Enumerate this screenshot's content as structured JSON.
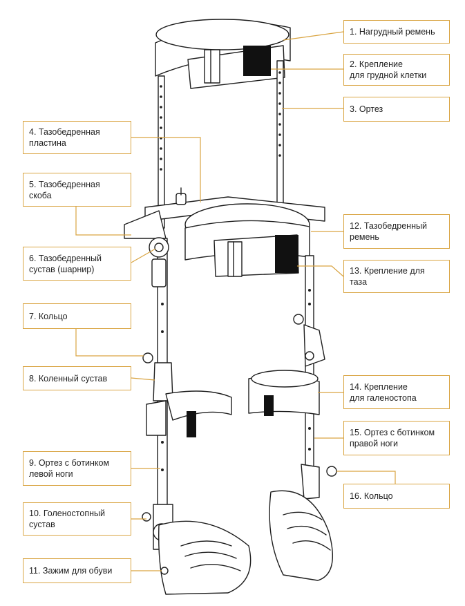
{
  "colors": {
    "leader": "#d9a441",
    "outline": "#1e1e1e",
    "dark": "#111111"
  },
  "labels": [
    {
      "id": "chest-strap",
      "text": "1. Нагрудный ремень"
    },
    {
      "id": "chest-attachment",
      "text": "2. Крепление\nдля грудной клетки"
    },
    {
      "id": "orthosis",
      "text": "3. Ортез"
    },
    {
      "id": "hip-plate",
      "text": "4. Тазобедренная\nпластина"
    },
    {
      "id": "hip-bracket",
      "text": "5. Тазобедренная\nскоба"
    },
    {
      "id": "hip-joint",
      "text": "6. Тазобедренный\nсустав (шарнир)"
    },
    {
      "id": "ring-left",
      "text": "7. Кольцо"
    },
    {
      "id": "knee-joint",
      "text": "8. Коленный сустав"
    },
    {
      "id": "left-leg-orthosis",
      "text": "9. Ортез с ботинком\nлевой ноги"
    },
    {
      "id": "ankle-joint",
      "text": "10. Голеностопный\nсустав"
    },
    {
      "id": "shoe-clamp",
      "text": "11. Зажим для обуви"
    },
    {
      "id": "hip-belt",
      "text": "12. Тазобедренный\nремень"
    },
    {
      "id": "pelvis-attachment",
      "text": "13. Крепление для\nтаза"
    },
    {
      "id": "ankle-attachment",
      "text": "14. Крепление\nдля галеностопа"
    },
    {
      "id": "right-leg-orthosis",
      "text": "15. Ортез с ботинком\nправой ноги"
    },
    {
      "id": "ring-right",
      "text": "16. Кольцо"
    }
  ]
}
